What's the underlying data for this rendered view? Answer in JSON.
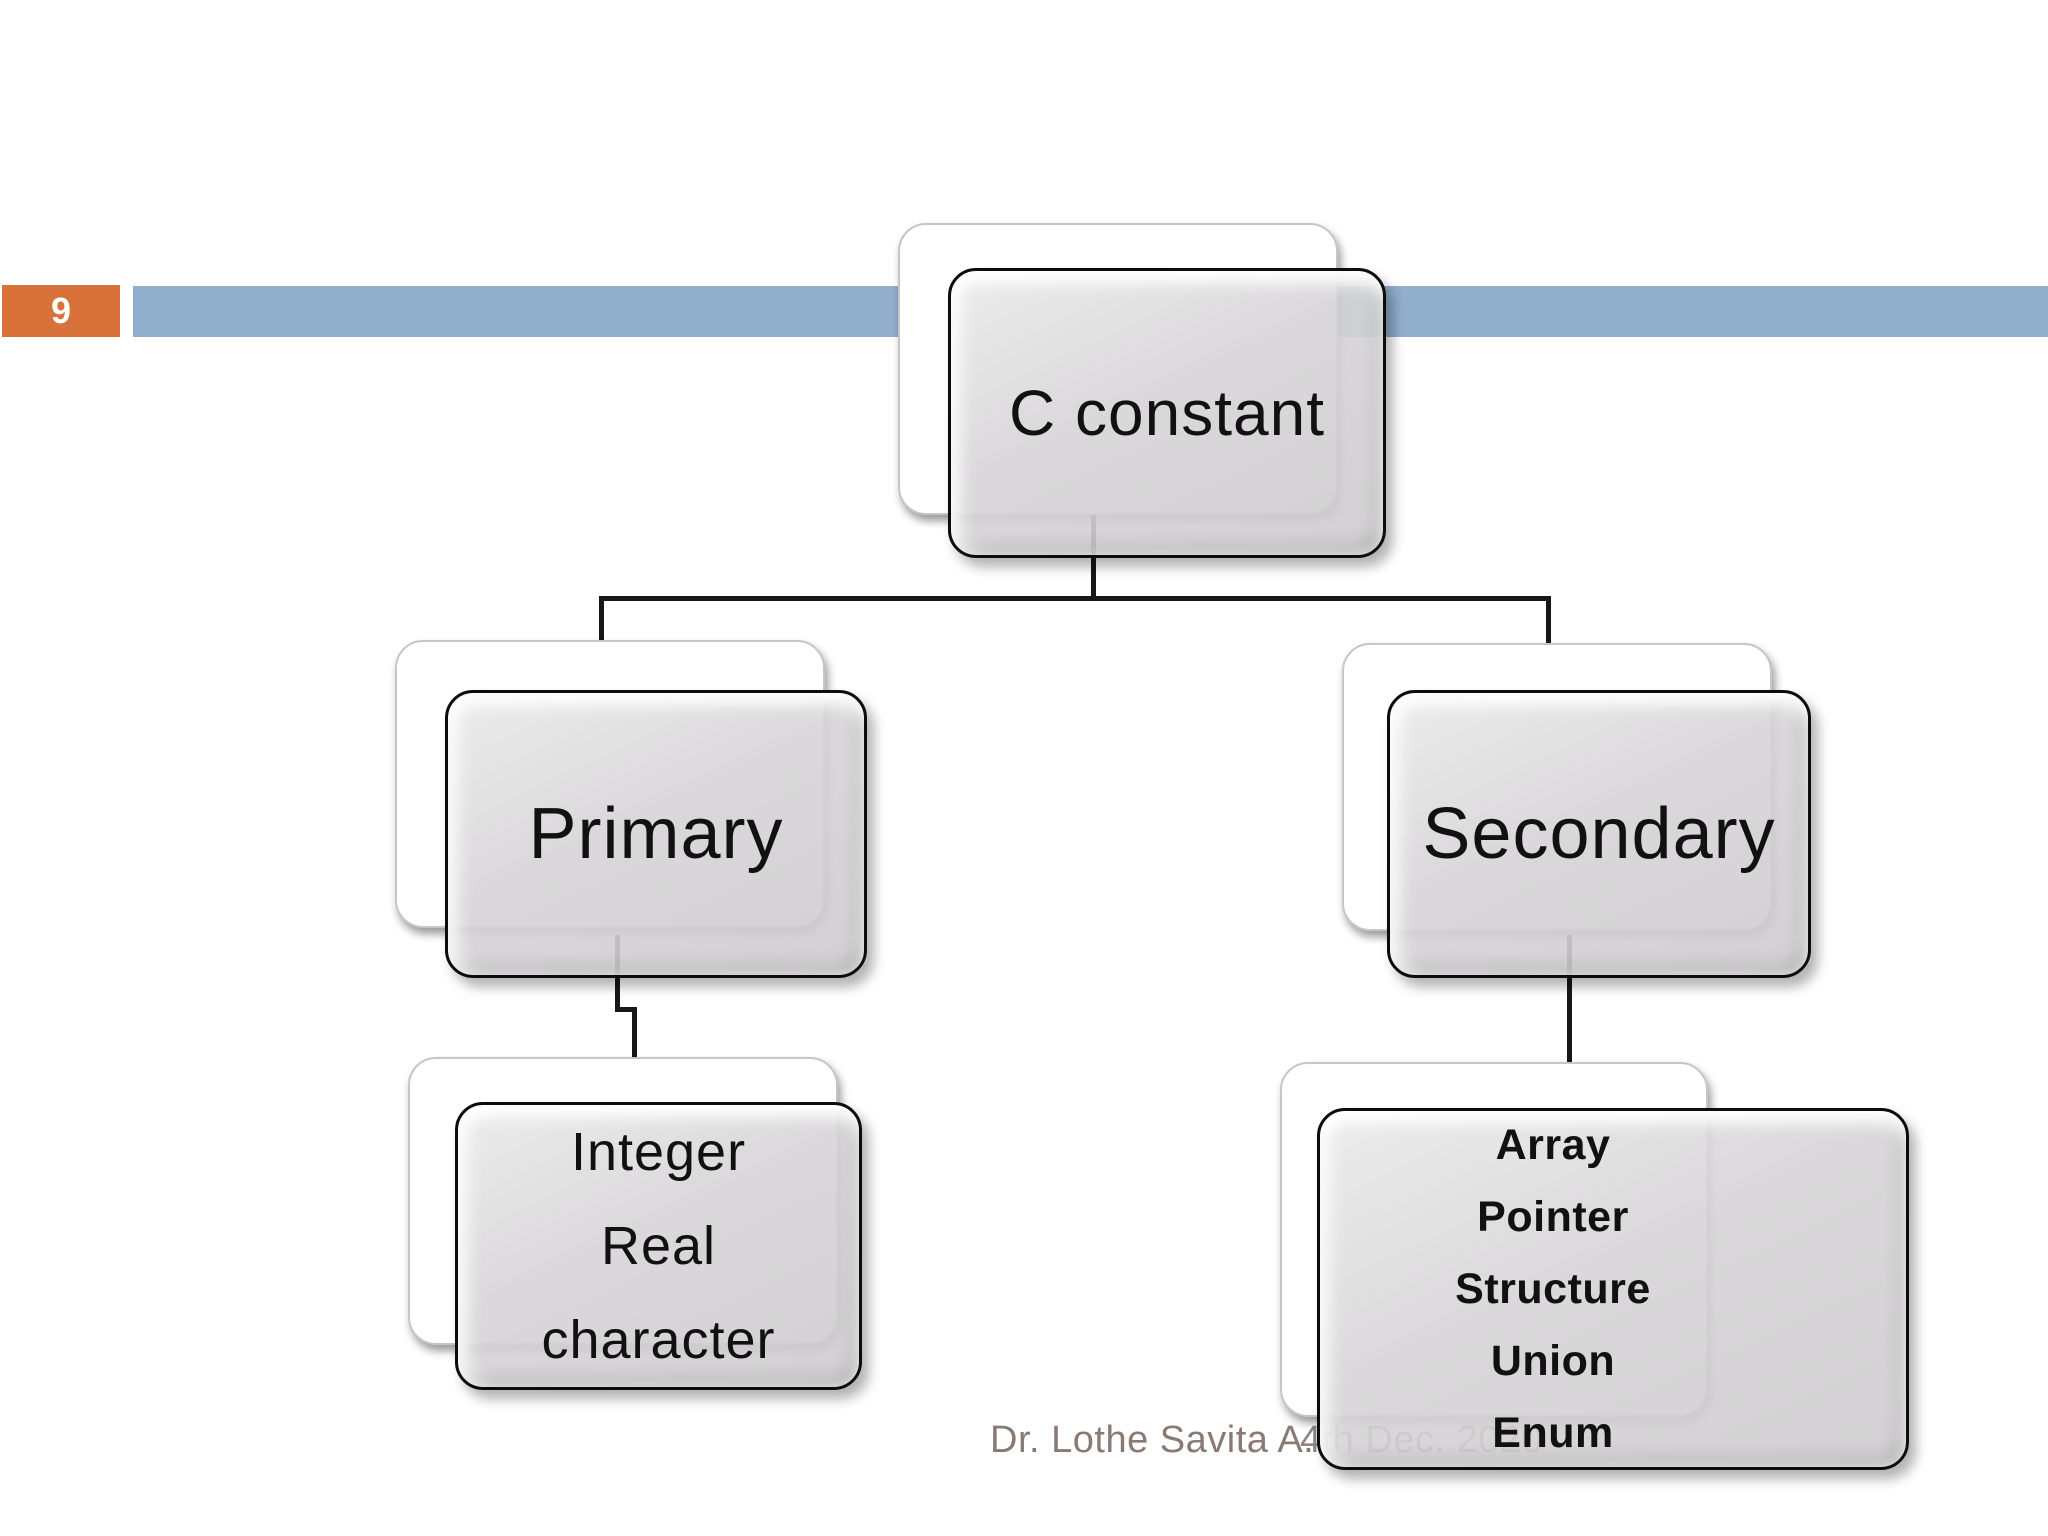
{
  "page": {
    "number": "9"
  },
  "top_bar": {
    "orange_color": "#d8713a",
    "blue_color": "#92aecd"
  },
  "footer": {
    "author": "Dr. Lothe Savita A.",
    "date": "4th Dec. 2020"
  },
  "diagram": {
    "root": {
      "label": "C constant"
    },
    "level1": [
      {
        "label": "Primary"
      },
      {
        "label": "Secondary"
      }
    ],
    "level2": [
      {
        "lines": [
          "Integer",
          "Real",
          "character"
        ]
      },
      {
        "lines": [
          "Array",
          "Pointer",
          "Structure",
          "Union",
          "Enum"
        ]
      }
    ]
  },
  "styles": {
    "card_fill": "#d4d2d4",
    "card_border": "#0c0c0c",
    "back_card_fill": "#ffffff",
    "connector_color": "#171717",
    "text_color": "#111111",
    "footer_color": "#8a7a74"
  }
}
